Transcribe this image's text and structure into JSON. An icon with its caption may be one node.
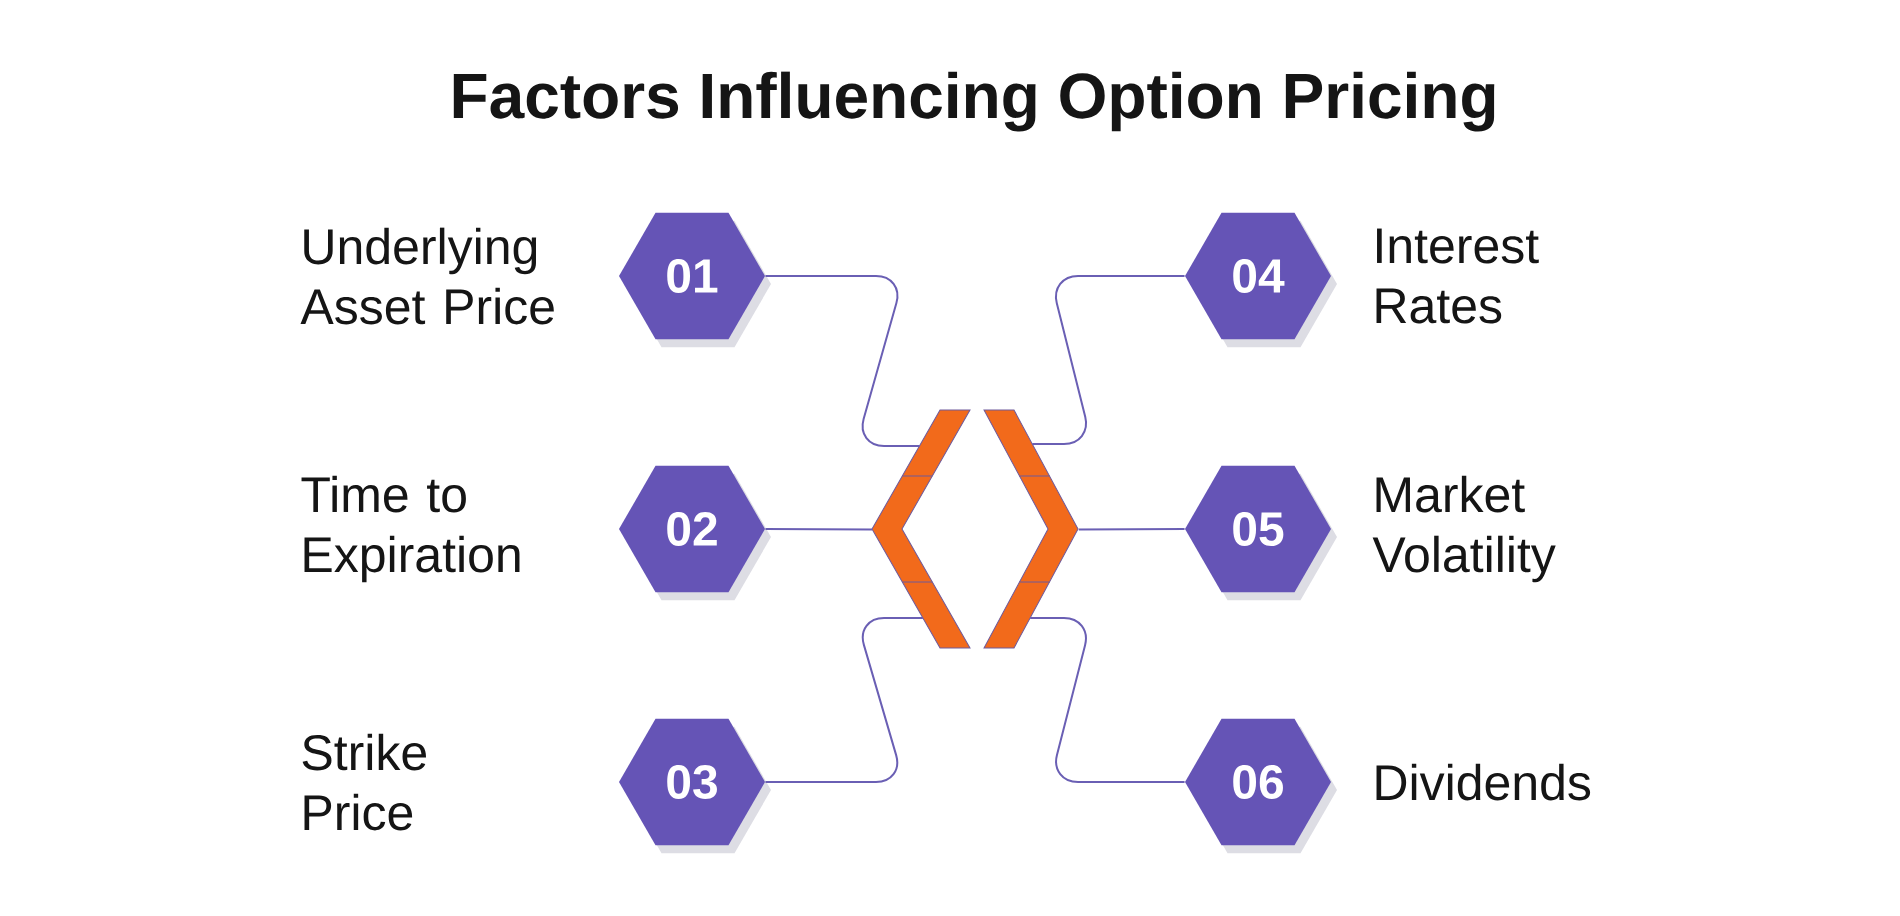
{
  "diagram": {
    "title": "Factors Influencing Option Pricing",
    "nodes": [
      {
        "text": [
          "01"
        ],
        "beside": [
          "Underlying Asset Price"
        ]
      },
      {
        "text": [
          "02"
        ],
        "beside": [
          "Time to Expiration"
        ]
      },
      {
        "text": [
          "03"
        ],
        "beside": [
          "Strike Price"
        ]
      },
      {
        "text": [
          "04"
        ],
        "beside": [
          "Interest Rates"
        ]
      },
      {
        "text": [
          "05"
        ],
        "beside": [
          "Market Volatility"
        ]
      },
      {
        "text": [
          "06"
        ],
        "beside": [
          "Dividends"
        ]
      },
      {
        "text": [],
        "shape": "chevron"
      },
      {
        "text": [],
        "shape": "chevron"
      }
    ],
    "edges": [
      {
        "from": 0,
        "to": 6,
        "arrow": "none"
      },
      {
        "from": 1,
        "to": 6,
        "arrow": "none"
      },
      {
        "from": 2,
        "to": 6,
        "arrow": "none"
      },
      {
        "from": 3,
        "to": 7,
        "arrow": "none"
      },
      {
        "from": 4,
        "to": 7,
        "arrow": "none"
      },
      {
        "from": 5,
        "to": 7,
        "arrow": "none"
      }
    ]
  }
}
